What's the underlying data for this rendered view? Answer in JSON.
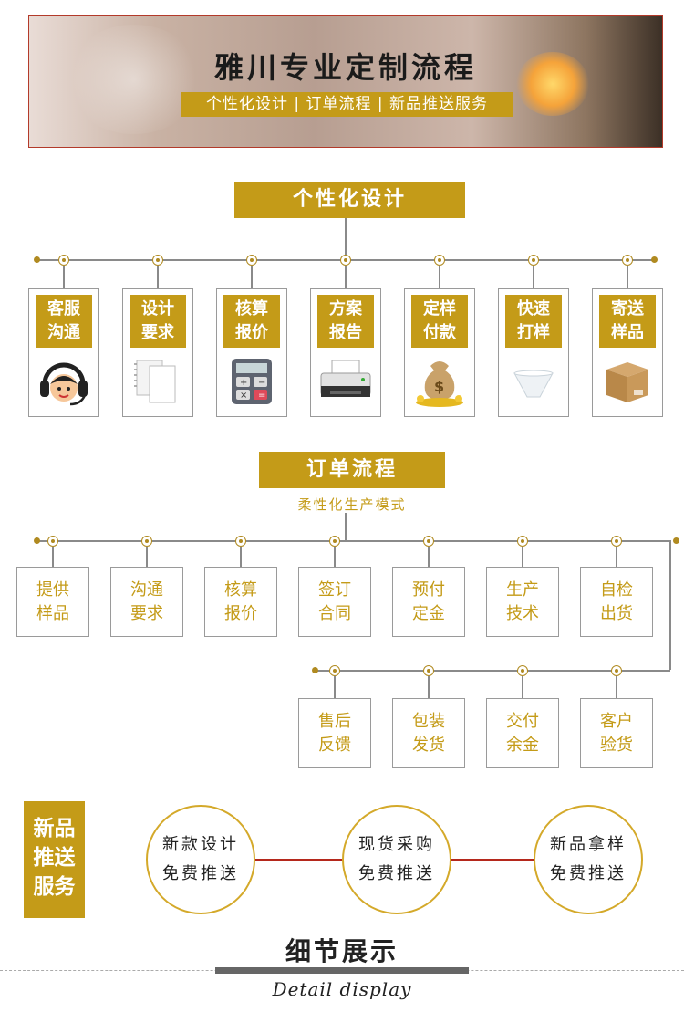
{
  "banner": {
    "title": "雅川专业定制流程",
    "subtitle": "个性化设计 | 订单流程 | 新品推送服务"
  },
  "design": {
    "header": "个性化设计",
    "steps": [
      {
        "line1": "客服",
        "line2": "沟通",
        "icon": "headset-icon"
      },
      {
        "line1": "设计",
        "line2": "要求",
        "icon": "documents-icon"
      },
      {
        "line1": "核算",
        "line2": "报价",
        "icon": "calculator-icon"
      },
      {
        "line1": "方案",
        "line2": "报告",
        "icon": "printer-icon"
      },
      {
        "line1": "定样",
        "line2": "付款",
        "icon": "money-bag-icon"
      },
      {
        "line1": "快速",
        "line2": "打样",
        "icon": "bowl-icon"
      },
      {
        "line1": "寄送",
        "line2": "样品",
        "icon": "box-icon"
      }
    ]
  },
  "order": {
    "header": "订单流程",
    "subheader": "柔性化生产模式",
    "row1": [
      {
        "line1": "提供",
        "line2": "样品"
      },
      {
        "line1": "沟通",
        "line2": "要求"
      },
      {
        "line1": "核算",
        "line2": "报价"
      },
      {
        "line1": "签订",
        "line2": "合同"
      },
      {
        "line1": "预付",
        "line2": "定金"
      },
      {
        "line1": "生产",
        "line2": "技术"
      },
      {
        "line1": "自检",
        "line2": "出货"
      }
    ],
    "row2": [
      {
        "line1": "售后",
        "line2": "反馈"
      },
      {
        "line1": "包装",
        "line2": "发货"
      },
      {
        "line1": "交付",
        "line2": "余金"
      },
      {
        "line1": "客户",
        "line2": "验货"
      }
    ]
  },
  "service": {
    "label_lines": [
      "新品",
      "推送",
      "服务"
    ],
    "items": [
      {
        "line1": "新款设计",
        "line2": "免费推送"
      },
      {
        "line1": "现货采购",
        "line2": "免费推送"
      },
      {
        "line1": "新品拿样",
        "line2": "免费推送"
      }
    ]
  },
  "detail": {
    "title": "细节展示",
    "subtitle": "Detail display"
  },
  "colors": {
    "accent": "#c49b18",
    "frame": "#b33a2a",
    "connector": "#b5281c"
  }
}
